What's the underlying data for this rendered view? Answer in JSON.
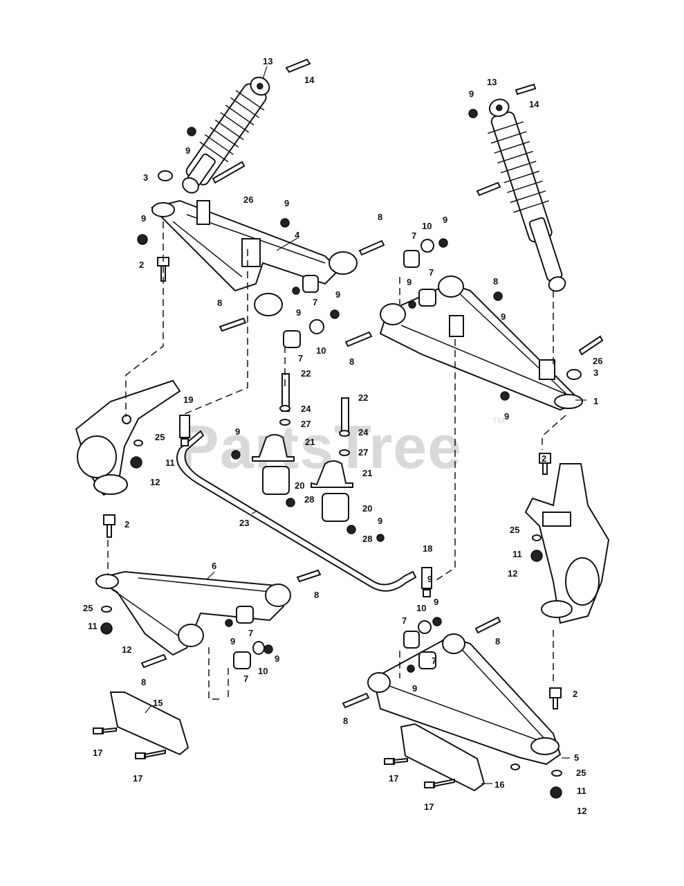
{
  "watermark": {
    "text": "PartsTree",
    "tm": "TM"
  },
  "callouts": {
    "c1": "13",
    "c2": "14",
    "c3": "9",
    "c4": "3",
    "c5": "26",
    "c6": "9",
    "c7": "9",
    "c8": "4",
    "c9": "2",
    "c10": "8",
    "c11": "9",
    "c12": "7",
    "c13": "9",
    "c14": "10",
    "c15": "7",
    "c16": "8",
    "c17": "7",
    "c18": "10",
    "c19": "9",
    "c20": "9",
    "c21": "7",
    "c22": "8",
    "c23": "9",
    "c24": "8",
    "c25": "9",
    "c26": "13",
    "c27": "14",
    "c28": "9",
    "c29": "26",
    "c30": "3",
    "c31": "1",
    "c32": "9",
    "c33": "22",
    "c34": "24",
    "c35": "27",
    "c36": "21",
    "c37": "22",
    "c38": "24",
    "c39": "27",
    "c40": "21",
    "c41": "9",
    "c42": "19",
    "c43": "11",
    "c44": "25",
    "c45": "12",
    "c46": "20",
    "c47": "28",
    "c48": "23",
    "c49": "20",
    "c50": "9",
    "c51": "28",
    "c52": "18",
    "c53": "2",
    "c54": "2",
    "c55": "25",
    "c56": "11",
    "c57": "12",
    "c58": "6",
    "c59": "8",
    "c60": "25",
    "c61": "11",
    "c62": "12",
    "c63": "9",
    "c64": "7",
    "c65": "10",
    "c66": "9",
    "c67": "7",
    "c68": "8",
    "c69": "15",
    "c70": "17",
    "c71": "17",
    "c72": "9",
    "c73": "10",
    "c74": "7",
    "c75": "8",
    "c76": "7",
    "c77": "9",
    "c78": "8",
    "c79": "2",
    "c80": "5",
    "c81": "25",
    "c82": "11",
    "c83": "12",
    "c84": "17",
    "c85": "16",
    "c86": "17"
  }
}
